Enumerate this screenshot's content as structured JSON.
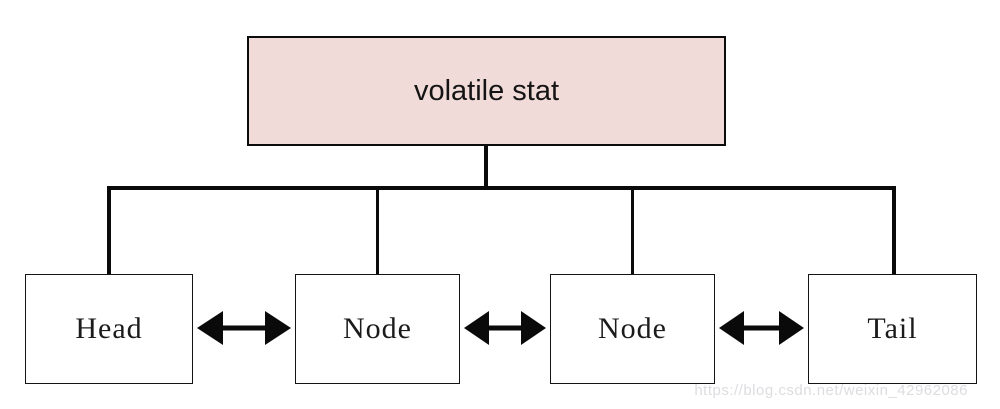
{
  "diagram": {
    "title_node": {
      "label": "volatile stat",
      "fill_color": "#F1DBD9",
      "border_color": "#0c0c0c"
    },
    "nodes": [
      {
        "label": "Head"
      },
      {
        "label": "Node"
      },
      {
        "label": "Node"
      },
      {
        "label": "Tail"
      }
    ],
    "connections": {
      "tree": "volatile stat connects down to Head, Node, Node, Tail",
      "arrows": "double-headed arrows between adjacent bottom nodes",
      "line_color": "#0a0a0a"
    }
  },
  "watermark": {
    "text": "https://blog.csdn.net/weixin_42962086",
    "color": "#dddde1"
  }
}
